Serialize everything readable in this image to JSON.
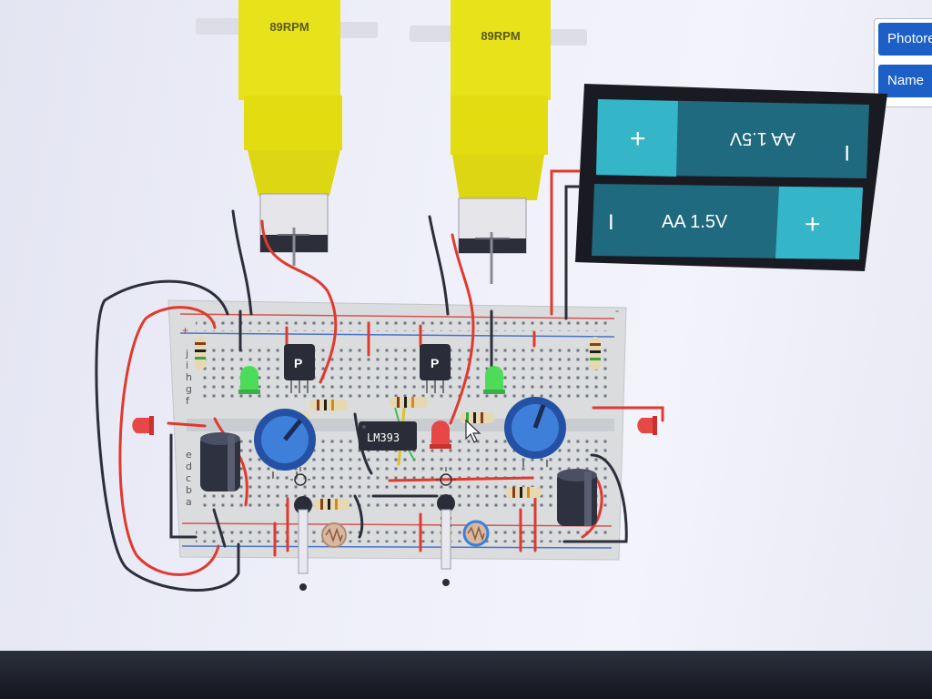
{
  "motors": [
    {
      "label": "89RPM"
    },
    {
      "label": "89RPM"
    }
  ],
  "side_panel": {
    "buttons": [
      {
        "label": "Photore"
      },
      {
        "label": "Name"
      }
    ]
  },
  "battery": {
    "cells": [
      {
        "label": "AA 1.5V",
        "plus": "+",
        "minus": "I"
      },
      {
        "label": "AA 1.5V",
        "plus": "+",
        "minus": "I"
      }
    ]
  },
  "breadboard": {
    "rail_plus": "+",
    "rail_minus": "-",
    "row_letters_top": [
      "j",
      "i",
      "h",
      "g",
      "f"
    ],
    "row_letters_bottom": [
      "e",
      "d",
      "c",
      "b",
      "a"
    ]
  },
  "chip": {
    "label": "LM393"
  },
  "transistors": [
    {
      "label": "P"
    },
    {
      "label": "P"
    }
  ],
  "colors": {
    "motor_yellow": "#e8e21a",
    "battery_teal": "#1e6d82",
    "battery_cap": "#35b5c8",
    "wire_red": "#e03a2e",
    "wire_black": "#2c2f3a",
    "led_green": "#4cdc5a",
    "led_red": "#e64848",
    "pot_blue": "#3d7fd9",
    "panel_blue": "#1b5fc7"
  }
}
